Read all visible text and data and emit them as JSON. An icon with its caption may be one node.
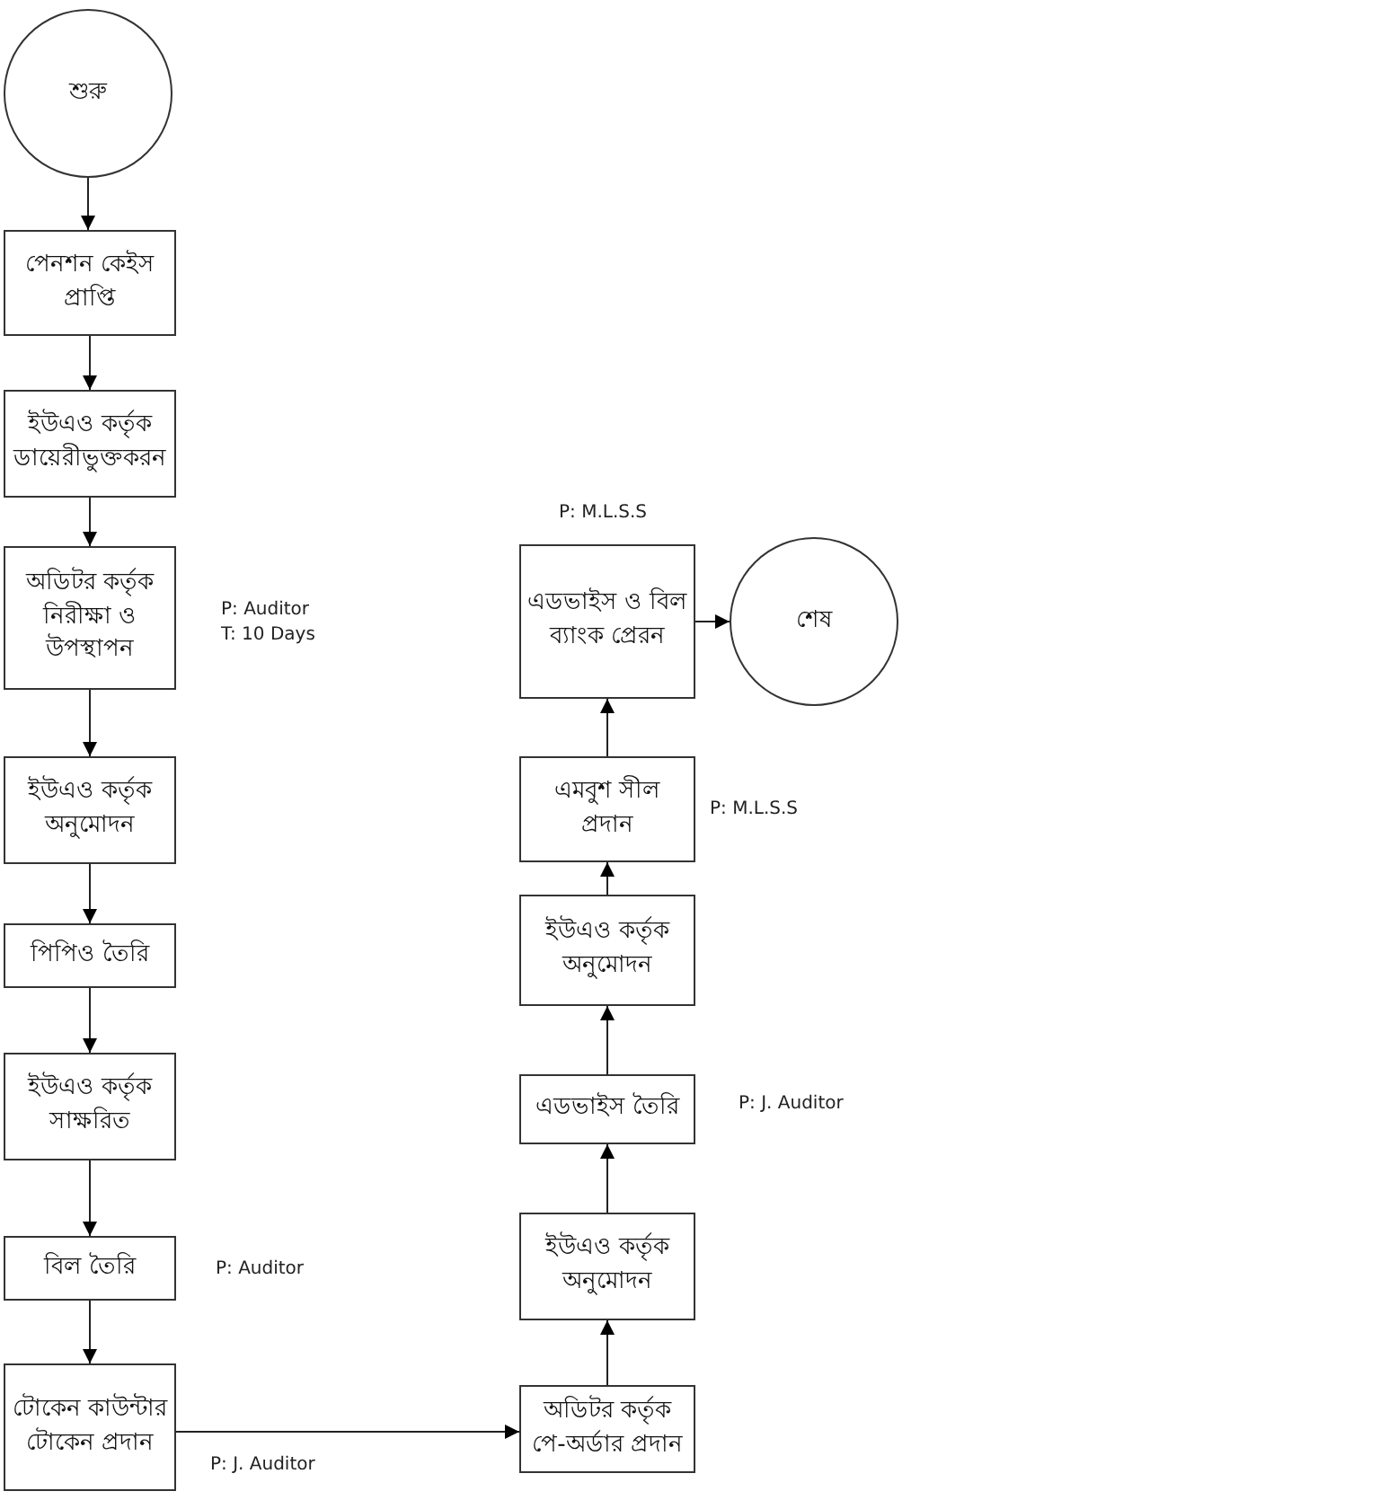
{
  "diagram": {
    "nodes": [
      {
        "text": [
          "শুরু"
        ]
      },
      {
        "text": [
          "পেনশন কেইস প্রাপ্তি"
        ]
      },
      {
        "text": [
          "ইউএও কর্তৃক ডায়েরীভুক্তকরন"
        ]
      },
      {
        "text": [
          "অডিটর কর্তৃক নিরীক্ষা ও উপস্থাপন"
        ],
        "beside": [
          "P: Auditor",
          "T: 10 Days"
        ]
      },
      {
        "text": [
          "ইউএও কর্তৃক অনুমোদন"
        ]
      },
      {
        "text": [
          "পিপিও তৈরি"
        ]
      },
      {
        "text": [
          "ইউএও কর্তৃক সাক্ষরিত"
        ]
      },
      {
        "text": [
          "বিল তৈরি"
        ],
        "beside": [
          "P: Auditor"
        ]
      },
      {
        "text": [
          "টোকেন কাউন্টার টোকেন প্রদান"
        ],
        "beside": [
          "P: J. Auditor"
        ]
      },
      {
        "text": [
          "অডিটর কর্তৃক পে-অর্ডার প্রদান"
        ]
      },
      {
        "text": [
          "ইউএও কর্তৃক অনুমোদন"
        ]
      },
      {
        "text": [
          "এডভাইস তৈরি"
        ],
        "beside": [
          "P: J. Auditor"
        ]
      },
      {
        "text": [
          "ইউএও কর্তৃক অনুমোদন"
        ]
      },
      {
        "text": [
          "এমবুশ সীল প্রদান"
        ],
        "beside": [
          "P: M.L.S.S"
        ]
      },
      {
        "text": [
          "এডভাইস ও বিল ব্যাংক প্রেরন"
        ],
        "beside": [
          "P: M.L.S.S"
        ]
      },
      {
        "text": [
          "শেষ"
        ]
      }
    ],
    "edges": [
      {
        "from": 0,
        "to": 1,
        "arrow": "to"
      },
      {
        "from": 1,
        "to": 2,
        "arrow": "to"
      },
      {
        "from": 2,
        "to": 3,
        "arrow": "to"
      },
      {
        "from": 3,
        "to": 4,
        "arrow": "to"
      },
      {
        "from": 4,
        "to": 5,
        "arrow": "to"
      },
      {
        "from": 5,
        "to": 6,
        "arrow": "to"
      },
      {
        "from": 6,
        "to": 7,
        "arrow": "to"
      },
      {
        "from": 7,
        "to": 8,
        "arrow": "to"
      },
      {
        "from": 8,
        "to": 9,
        "arrow": "to"
      },
      {
        "from": 9,
        "to": 10,
        "arrow": "to"
      },
      {
        "from": 10,
        "to": 11,
        "arrow": "to"
      },
      {
        "from": 11,
        "to": 12,
        "arrow": "to"
      },
      {
        "from": 12,
        "to": 13,
        "arrow": "to"
      },
      {
        "from": 13,
        "to": 14,
        "arrow": "to"
      },
      {
        "from": 14,
        "to": 15,
        "arrow": "to"
      }
    ]
  }
}
